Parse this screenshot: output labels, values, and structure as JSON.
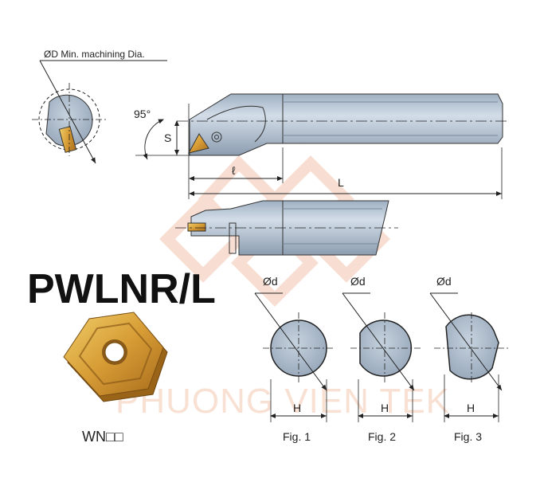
{
  "title": "PWLNR/L",
  "insert_code": "WN□□",
  "min_dia_label": "ØD Min. machining Dia.",
  "angle_label": "95°",
  "dim_s": "S",
  "dim_l_small": "ℓ",
  "dim_L": "L",
  "figures": [
    {
      "dia_label": "Ød",
      "h_label": "H",
      "caption": "Fig. 1"
    },
    {
      "dia_label": "Ød",
      "h_label": "H",
      "caption": "Fig. 2"
    },
    {
      "dia_label": "Ød",
      "h_label": "H",
      "caption": "Fig. 3"
    }
  ],
  "watermark": "PHUONG VIEN TEK",
  "colors": {
    "body": "#b9c6d4",
    "body_dark": "#8e9eb0",
    "insert_gold": "#d8a63a",
    "watermark": "#f0b89c"
  }
}
